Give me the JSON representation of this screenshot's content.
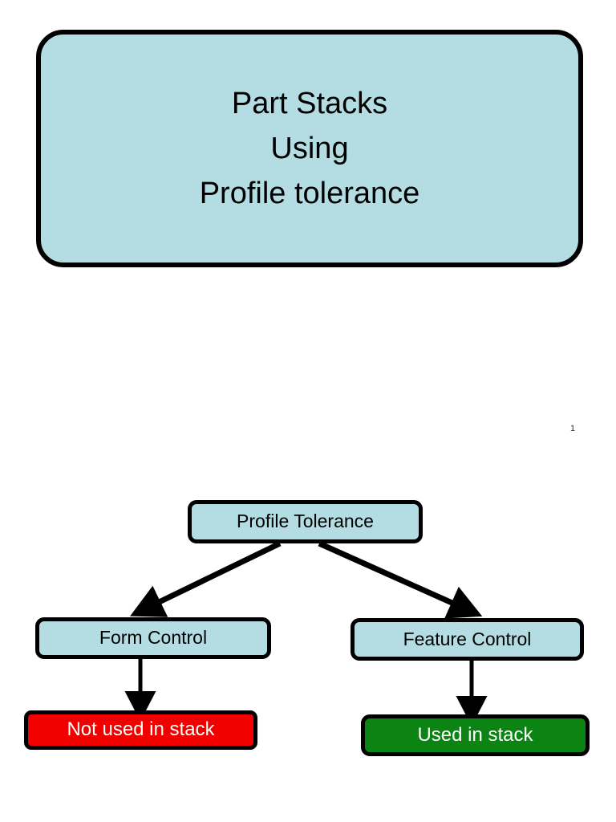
{
  "slide": {
    "title": "Part Stacks\nUsing\nProfile tolerance",
    "title_lines": [
      "Part Stacks",
      "Using",
      "Profile tolerance"
    ],
    "page_number": "1",
    "background_color": "#ffffff"
  },
  "colors": {
    "box_fill_blue": "#b3dde2",
    "box_fill_red": "#f20000",
    "box_fill_green": "#0b8413",
    "border": "#000000",
    "text_dark": "#000000",
    "text_light": "#ffffff"
  },
  "diagram": {
    "nodes": [
      {
        "id": "profile-tolerance",
        "label": "Profile Tolerance",
        "style": "blue"
      },
      {
        "id": "form-control",
        "label": "Form Control",
        "style": "blue"
      },
      {
        "id": "feature-control",
        "label": "Feature Control",
        "style": "blue"
      },
      {
        "id": "not-used",
        "label": "Not used in stack",
        "style": "red"
      },
      {
        "id": "used",
        "label": "Used in stack",
        "style": "green"
      }
    ],
    "edges": [
      {
        "from": "profile-tolerance",
        "to": "form-control",
        "kind": "diagonal-left"
      },
      {
        "from": "profile-tolerance",
        "to": "feature-control",
        "kind": "diagonal-right"
      },
      {
        "from": "form-control",
        "to": "not-used",
        "kind": "vertical"
      },
      {
        "from": "feature-control",
        "to": "used",
        "kind": "vertical"
      }
    ]
  }
}
